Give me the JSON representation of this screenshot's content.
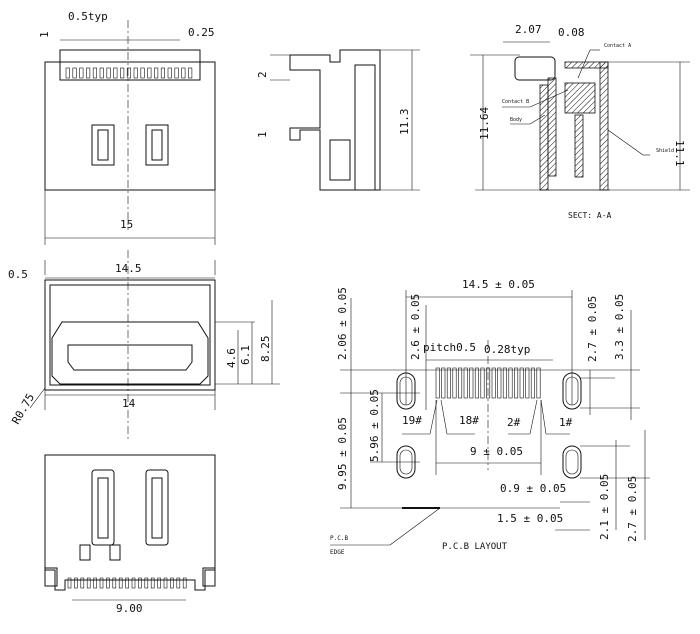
{
  "top_view": {
    "dim_pitch": "0.5typ",
    "dim_gap": "0.25",
    "dim_one": "1",
    "dim_width": "15"
  },
  "side_view": {
    "dim_a": "2",
    "dim_b": "1",
    "dim_height": "11.3"
  },
  "section_view": {
    "dim_a": "2.07",
    "dim_b": "0.08",
    "dim_total": "11.64",
    "dim_height": "11.1",
    "title": "SECT: A-A",
    "label_contact_a": "Contact A",
    "label_contact_b": "Contact B",
    "label_body": "Body",
    "label_shield": "Shield"
  },
  "front_view": {
    "dim_edge": "0.5",
    "dim_top": "14.5",
    "dim_a": "4.6",
    "dim_b": "6.1",
    "dim_c": "8.25",
    "dim_radius": "R0.75",
    "dim_bottom": "14"
  },
  "bottom_view": {
    "dim_width": "9.00"
  },
  "pcb_layout": {
    "title": "P.C.B  LAYOUT",
    "edge_label_1": "P.C.B",
    "edge_label_2": "EDGE",
    "dim_width": "14.5 ± 0.05",
    "dim_206": "2.06 ± 0.05",
    "dim_26": "2.6 ± 0.05",
    "pitch": "pitch0.5",
    "pin_width": "0.28typ",
    "dim_27_top": "2.7 ± 0.05",
    "dim_33": "3.3 ± 0.05",
    "pin_19": "19#",
    "pin_18": "18#",
    "pin_2": "2#",
    "pin_1": "1#",
    "dim_596": "5.96 ± 0.05",
    "dim_995": "9.95 ± 0.05",
    "dim_9": "9 ± 0.05",
    "dim_09": "0.9 ± 0.05",
    "dim_15": "1.5 ± 0.05",
    "dim_21": "2.1 ± 0.05",
    "dim_27_bottom": "2.7 ± 0.05",
    "pin_count": 19
  }
}
